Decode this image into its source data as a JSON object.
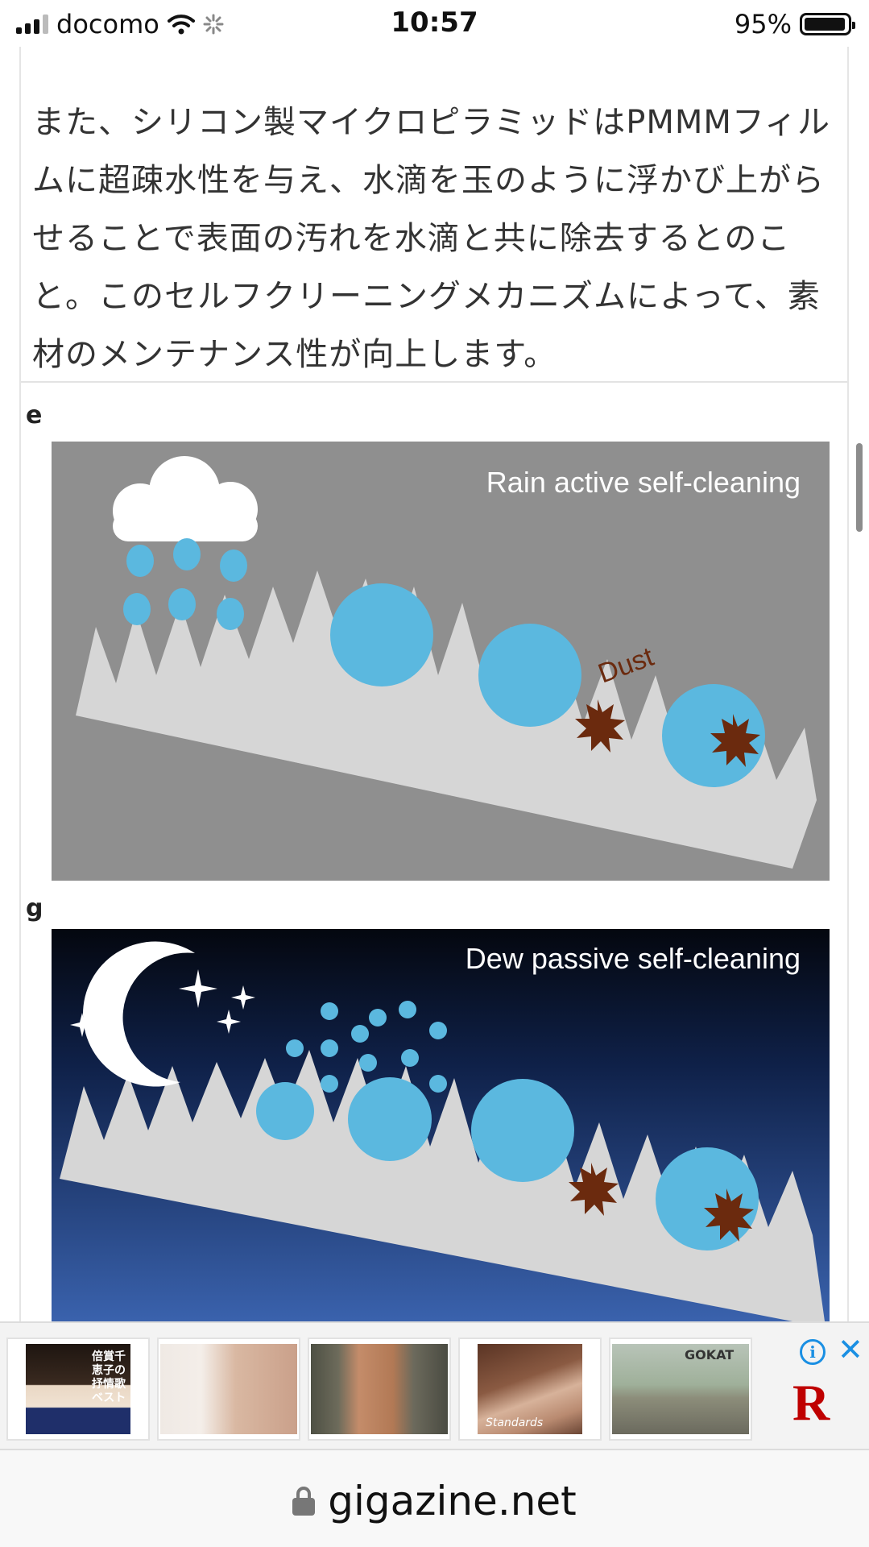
{
  "status_bar": {
    "carrier": "docomo",
    "time": "10:57",
    "battery_percent": "95%",
    "signal_bars": 3,
    "battery_level": 0.95
  },
  "article": {
    "paragraph": "また、シリコン製マイクロピラミッドはPMMMフィルムに超疎水性を与え、水滴を玉のように浮かび上がらせることで表面の汚れを水滴と共に除去するとのこと。このセルフクリーニングメカニズムによって、素材のメンテナンス性が向上します。",
    "figure": {
      "panel_e": {
        "label": "e",
        "title": "Rain active self-cleaning",
        "dust_label": "Dust",
        "bg_color": "#8f8f8f"
      },
      "panel_g": {
        "label": "g",
        "title": "Dew passive self-cleaning",
        "bg_top": "#04070f",
        "bg_bottom": "#3a62ad"
      },
      "droplet_color": "#5bb8df",
      "dust_color": "#6b2a0e"
    }
  },
  "ad_bar": {
    "items": [
      {
        "name": "ad-item-1",
        "icon": "album-cover",
        "caption": "倍賞千恵子の抒情歌ベスト"
      },
      {
        "name": "ad-item-2",
        "icon": "beauty-device"
      },
      {
        "name": "ad-item-3",
        "icon": "car-seat-cover"
      },
      {
        "name": "ad-item-4",
        "icon": "album-cover",
        "caption": "Standards"
      },
      {
        "name": "ad-item-5",
        "icon": "go-kart",
        "caption": "GOKAT"
      }
    ],
    "info_glyph": "i",
    "close_glyph": "✕",
    "brand_letter": "R"
  },
  "url_bar": {
    "domain": "gigazine.net"
  }
}
